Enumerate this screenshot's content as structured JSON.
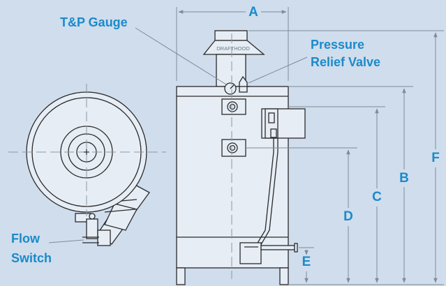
{
  "colors": {
    "background": "#cfdded",
    "label_blue": "#1b8ac9",
    "outline": "#2a2a2a",
    "fill": "#e6edf5",
    "leader": "#7f8b96",
    "centerline": "#8f98a2"
  },
  "labels": {
    "tp_gauge": "T&P Gauge",
    "pressure_line1": "Pressure",
    "pressure_line2": "Relief Valve",
    "flow_line1": "Flow",
    "flow_line2": "Switch",
    "drafthood": "DRAFTHOOD"
  },
  "dimensions": {
    "a": "A",
    "b": "B",
    "c": "C",
    "d": "D",
    "e": "E",
    "f": "F"
  }
}
